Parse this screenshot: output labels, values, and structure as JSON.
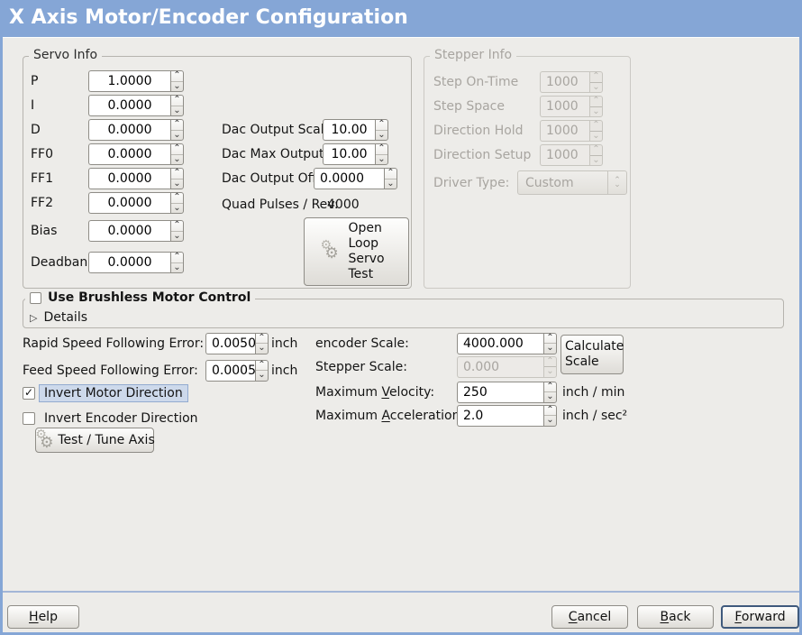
{
  "icons": {
    "spin_up": "⌃",
    "spin_down": "⌄",
    "expander": "▷",
    "checkmark": "✓",
    "gears": "⚙"
  },
  "colors": {
    "titlebar_blue": "#85a6d6",
    "focus_highlight": "#cdd9eb",
    "background": "#edece9"
  },
  "window": {
    "title": "X Axis Motor/Encoder Configuration"
  },
  "servo_info": {
    "title": "Servo Info",
    "fields": [
      {
        "label": "P",
        "value": "1.0000"
      },
      {
        "label": "I",
        "value": "0.0000"
      },
      {
        "label": "D",
        "value": "0.0000"
      },
      {
        "label": "FF0",
        "value": "0.0000"
      },
      {
        "label": "FF1",
        "value": "0.0000"
      },
      {
        "label": "FF2",
        "value": "0.0000"
      },
      {
        "label": "Bias",
        "value": "0.0000"
      },
      {
        "label": "Deadband",
        "value": "0.0000"
      }
    ],
    "dac_fields": [
      {
        "label": "Dac Output Scale:",
        "value": "10.00"
      },
      {
        "label": "Dac Max Output:",
        "value": "10.00"
      },
      {
        "label": "Dac Output Offset:",
        "value": "0.0000"
      }
    ],
    "quad_pulses_label": "Quad Pulses / Rev:",
    "quad_pulses_value": "4000",
    "open_loop_button": "Open Loop Servo Test"
  },
  "stepper_info": {
    "title": "Stepper Info",
    "fields": [
      {
        "label": "Step On-Time",
        "value": "1000"
      },
      {
        "label": "Step Space",
        "value": "1000"
      },
      {
        "label": "Direction Hold",
        "value": "1000"
      },
      {
        "label": "Direction Setup",
        "value": "1000"
      }
    ],
    "driver_type_label": "Driver Type:",
    "driver_type_value": "Custom"
  },
  "brushless": {
    "checkbox_label": "Use Brushless Motor Control",
    "details_label": "Details"
  },
  "tuning": {
    "rapid_error_label": "Rapid Speed Following Error:",
    "rapid_error_value": "0.0050",
    "rapid_error_unit": "inch",
    "feed_error_label": "Feed Speed Following Error:",
    "feed_error_value": "0.0005",
    "feed_error_unit": "inch",
    "encoder_scale_label": "encoder Scale:",
    "encoder_scale_value": "4000.000",
    "calculate_scale_button": "Calculate Scale",
    "stepper_scale_label": "Stepper Scale:",
    "stepper_scale_value": "0.000",
    "max_velocity_label_pre": "Maximum ",
    "max_velocity_mnemonic": "V",
    "max_velocity_label_rest": "elocity:",
    "max_velocity_value": "250",
    "max_velocity_unit": "inch / min",
    "max_accel_label_pre": "Maximum ",
    "max_accel_mnemonic": "A",
    "max_accel_label_rest": "cceleration:",
    "max_accel_value": "2.0",
    "max_accel_unit": "inch / sec²",
    "invert_motor_label": "Invert Motor Direction",
    "invert_encoder_label": "Invert Encoder Direction",
    "test_tune_button": "Test / Tune Axis"
  },
  "footer": {
    "help_mnemonic": "H",
    "help_rest": "elp",
    "cancel_mnemonic": "C",
    "cancel_rest": "ancel",
    "back_mnemonic": "B",
    "back_rest": "ack",
    "forward_mnemonic": "F",
    "forward_rest": "orward"
  }
}
